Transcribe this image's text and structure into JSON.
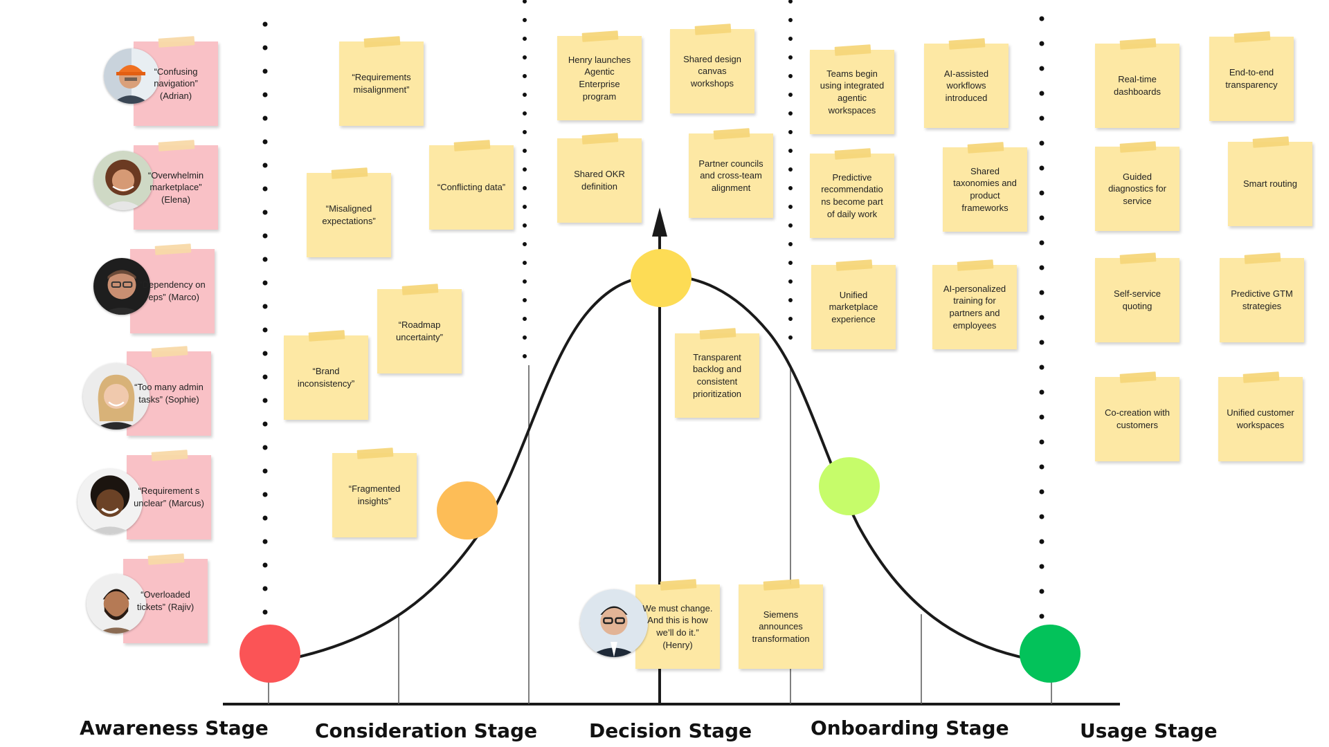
{
  "colors": {
    "note_yellow": "#fde8a4",
    "note_pink": "#f9c1c6",
    "curve": "#1a1a1a",
    "dot_awareness": "#fb5456",
    "dot_consideration": "#fdbd57",
    "dot_decision": "#fddc55",
    "dot_onboarding": "#c6fc6a",
    "dot_usage": "#03c25a"
  },
  "stages": [
    {
      "label": "Awareness Stage"
    },
    {
      "label": "Consideration Stage"
    },
    {
      "label": "Decision Stage"
    },
    {
      "label": "Onboarding Stage"
    },
    {
      "label": "Usage Stage"
    }
  ],
  "personas": [
    {
      "quote": "“Confusing navigation” (Adrian)",
      "avatar_icon": "man-hardhat-avatar"
    },
    {
      "quote": "“Overwhelmin marketplace” (Elena)",
      "avatar_icon": "woman-curly-hair-avatar"
    },
    {
      "quote": "“Dependency on reps” (Marco)",
      "avatar_icon": "man-glasses-avatar"
    },
    {
      "quote": "“Too many admin tasks” (Sophie)",
      "avatar_icon": "woman-blonde-avatar"
    },
    {
      "quote": "“Requirement s unclear” (Marcus)",
      "avatar_icon": "man-curly-hair-avatar"
    },
    {
      "quote": "“Overloaded tickets” (Rajiv)",
      "avatar_icon": "man-beard-avatar"
    }
  ],
  "consideration_notes": [
    "“Requirements misalignment”",
    "“Conflicting data”",
    "“Misaligned expectations”",
    "“Roadmap uncertainty”",
    "“Brand inconsistency”",
    "“Fragmented insights”"
  ],
  "decision_notes": [
    "Henry launches Agentic Enterprise program",
    "Shared design canvas workshops",
    "Shared OKR definition",
    "Partner councils and cross-team alignment",
    "Transparent backlog and consistent prioritization",
    "We must change. And this is how we’ll do it.” (Henry)",
    "Siemens announces transformation"
  ],
  "onboarding_notes": [
    "Teams begin using integrated agentic workspaces",
    "AI-assisted workflows introduced",
    "Predictive recommendatio ns become part of daily work",
    "Shared taxonomies and product frameworks",
    "Unified marketplace experience",
    "AI-personalized training for partners and employees"
  ],
  "usage_notes": [
    "Real-time dashboards",
    "End-to-end transparency",
    "Guided diagnostics for service",
    "Smart routing",
    "Self-service quoting",
    "Predictive GTM strategies",
    "Co-creation with customers",
    "Unified customer workspaces"
  ],
  "henry_avatar_icon": "man-glasses-suit-avatar"
}
